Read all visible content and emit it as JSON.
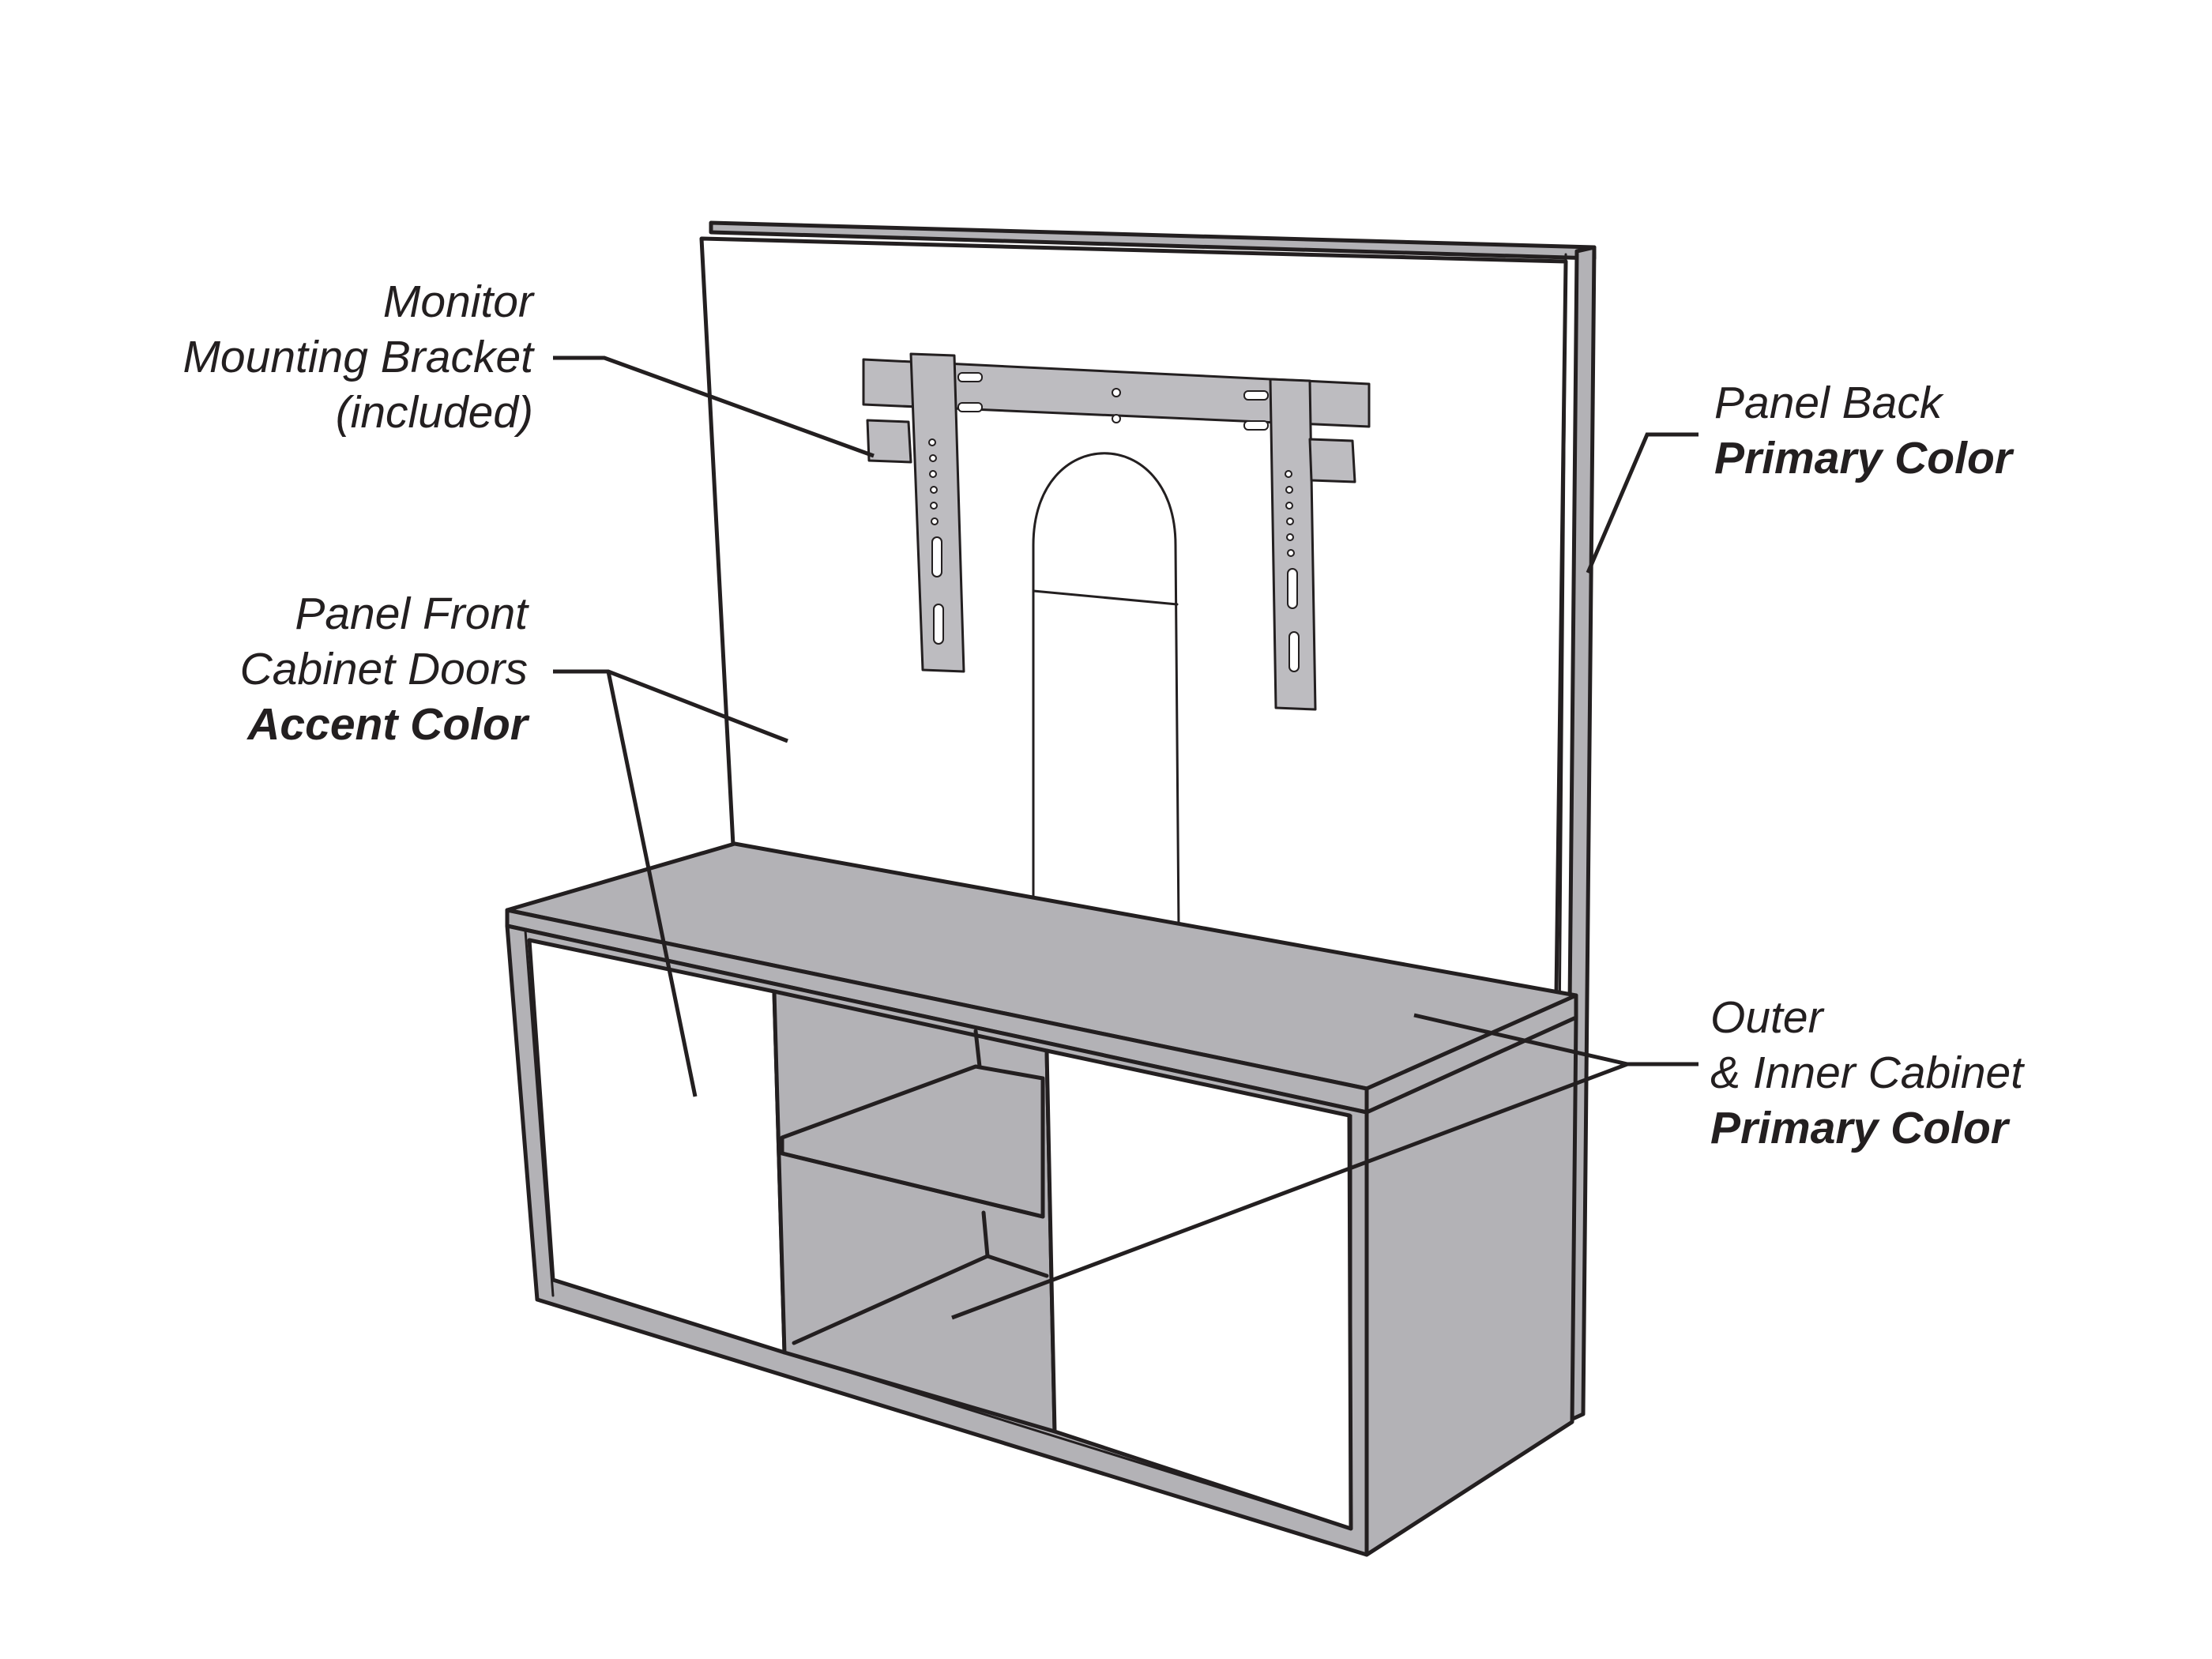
{
  "callouts": {
    "bracket": {
      "lines": [
        "Monitor",
        "Mounting Bracket",
        "(included)"
      ]
    },
    "panel_front": {
      "lines": [
        "Panel Front",
        "Cabinet Doors"
      ],
      "color_label": "Accent Color"
    },
    "panel_back": {
      "lines": [
        "Panel Back"
      ],
      "color_label": "Primary Color"
    },
    "cabinet": {
      "lines": [
        "Outer",
        "& Inner Cabinet"
      ],
      "color_label": "Primary Color"
    }
  },
  "colors": {
    "primary": "#b3b2b6",
    "accent": "#ffffff",
    "outline": "#231f20",
    "bracket": "#bdbcc0"
  }
}
